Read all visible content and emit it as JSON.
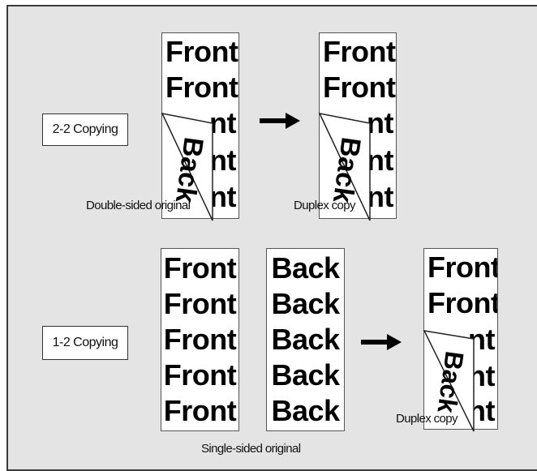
{
  "sections": [
    {
      "label": "2-2 Copying",
      "original_caption": "Double-sided original",
      "copy_caption": "Duplex copy",
      "front_word": "Front",
      "back_word": "Back",
      "visible_tail": "nt"
    },
    {
      "label": "1-2 Copying",
      "original_caption": "Single-sided original",
      "copy_caption": "Duplex copy",
      "front_word": "Front",
      "back_word": "Back",
      "visible_tail": "nt"
    }
  ]
}
